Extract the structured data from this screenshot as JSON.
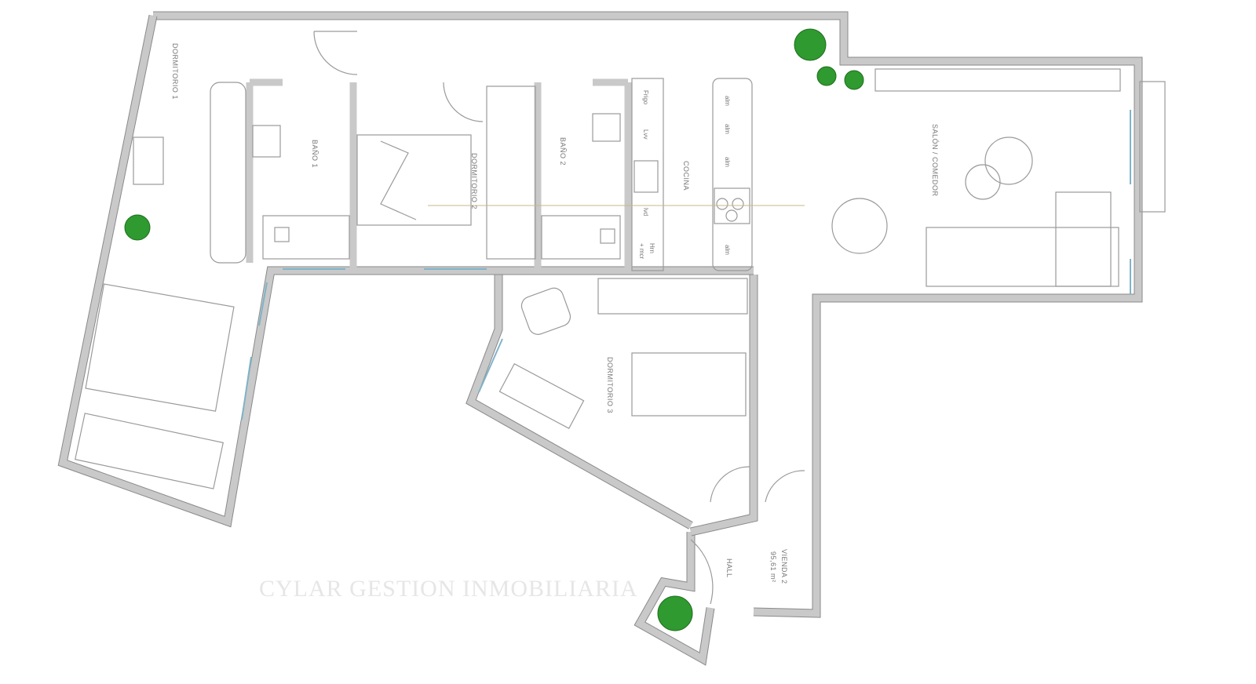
{
  "plan": {
    "rooms": {
      "dormitorio1": "DORMITORIO 1",
      "bano1": "BAÑO 1",
      "dormitorio2": "DORMITORIO 2",
      "bano2": "BAÑO 2",
      "cocina": "COCINA",
      "salon": "SALÓN / COMEDOR",
      "dormitorio3": "DORMITORIO 3",
      "hall": "HALL"
    },
    "unit": {
      "name": "VIENDA 2",
      "area": "95,61 m²"
    },
    "kitchen": {
      "fridge": "Frigo",
      "dishwasher_1": "Lvv",
      "washer": "lvd",
      "oven": "Hrn",
      "oven_2": "+ mcr",
      "storage": [
        "alm",
        "alm",
        "alm",
        "alm"
      ]
    },
    "watermark": "CYLAR GESTION INMOBILIARIA",
    "colors": {
      "wall": "#c9c9c9",
      "plant": "#2f9a2f",
      "watermark_line": "#c8b88a"
    }
  }
}
